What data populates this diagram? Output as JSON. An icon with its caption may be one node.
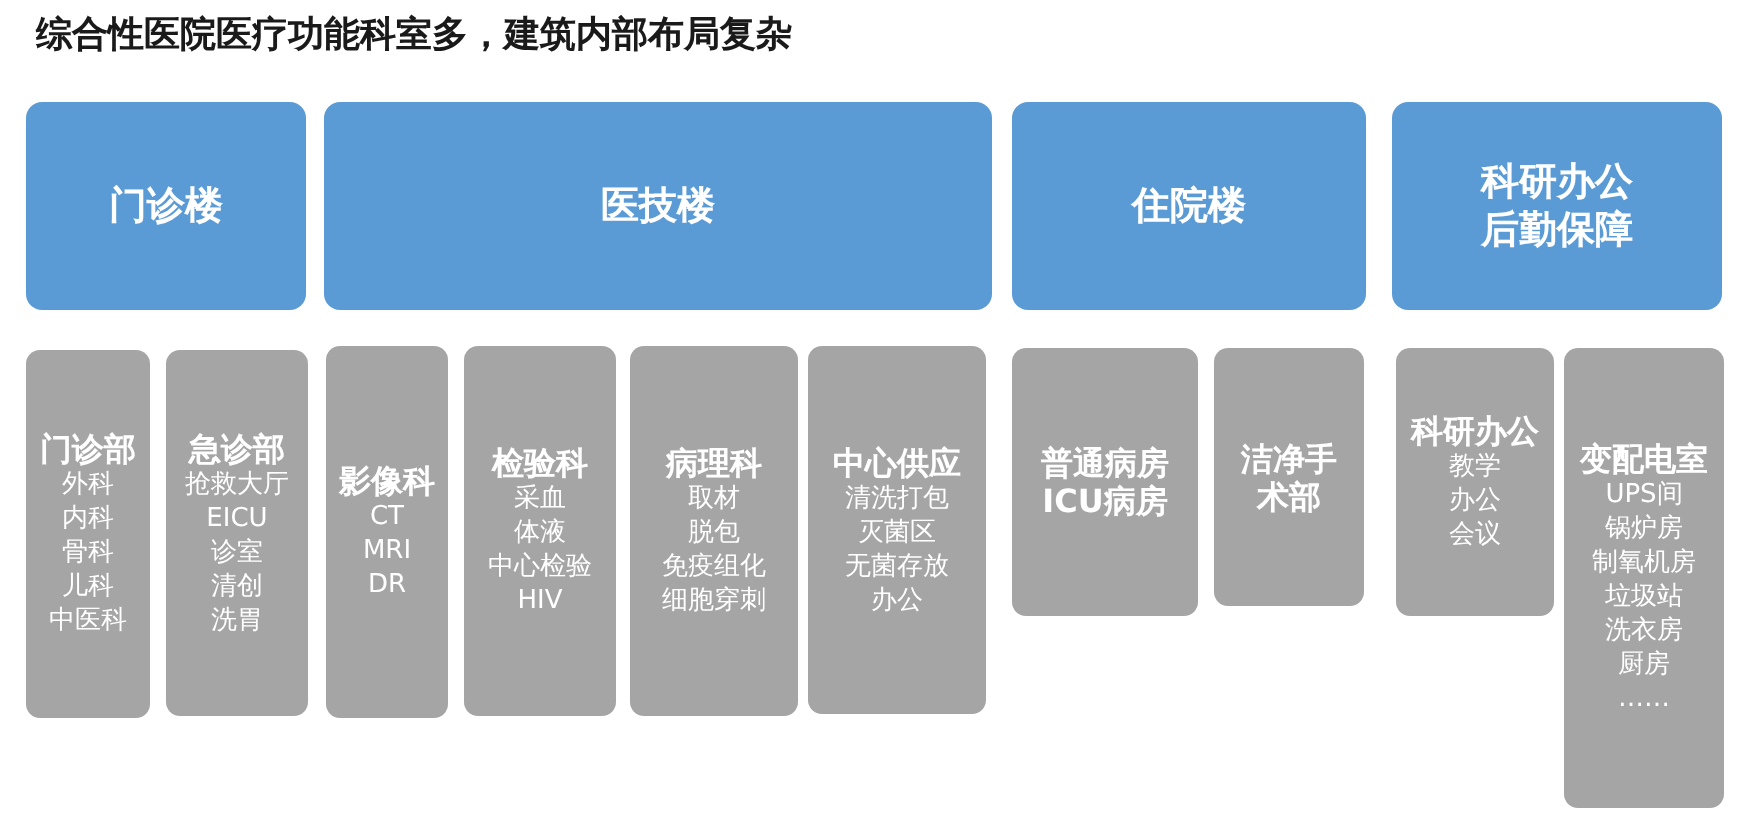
{
  "diagram": {
    "title": "综合性医院医疗功能科室多，建筑内部布局复杂",
    "nodes": [
      {
        "text": [
          "门诊楼"
        ]
      },
      {
        "text": [
          "医技楼"
        ]
      },
      {
        "text": [
          "住院楼"
        ]
      },
      {
        "text": [
          "科研办公",
          "后勤保障"
        ]
      },
      {
        "text": [
          "门诊部",
          "外科",
          "内科",
          "骨科",
          "儿科",
          "中医科"
        ]
      },
      {
        "text": [
          "急诊部",
          "抢救大厅",
          "EICU",
          "诊室",
          "清创",
          "洗胃"
        ]
      },
      {
        "text": [
          "影像科",
          "CT",
          "MRI",
          "DR"
        ]
      },
      {
        "text": [
          "检验科",
          "采血",
          "体液",
          "中心检验",
          "HIV"
        ]
      },
      {
        "text": [
          "病理科",
          "取材",
          "脱包",
          "免疫组化",
          "细胞穿刺"
        ]
      },
      {
        "text": [
          "中心供应",
          "清洗打包",
          "灭菌区",
          "无菌存放",
          "办公"
        ]
      },
      {
        "text": [
          "普通病房",
          "ICU病房"
        ]
      },
      {
        "text": [
          "洁净手术部"
        ]
      },
      {
        "text": [
          "科研办公",
          "教学",
          "办公",
          "会议"
        ]
      },
      {
        "text": [
          "变配电室",
          "UPS间",
          "锅炉房",
          "制氧机房",
          "垃圾站",
          "洗衣房",
          "厨房",
          "……"
        ]
      }
    ]
  }
}
